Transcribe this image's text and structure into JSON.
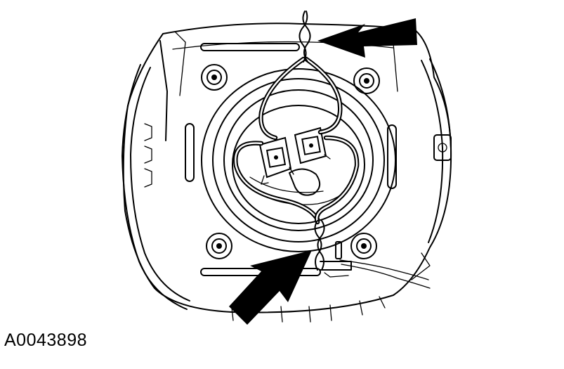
{
  "figure": {
    "id_label": "A0043898"
  },
  "arrows": [
    {
      "name": "upper-arrow",
      "points_to": "wire-twist-top"
    },
    {
      "name": "lower-arrow",
      "points_to": "wire-twist-bottom"
    }
  ],
  "colors": {
    "line": "#000000",
    "background": "#ffffff"
  }
}
